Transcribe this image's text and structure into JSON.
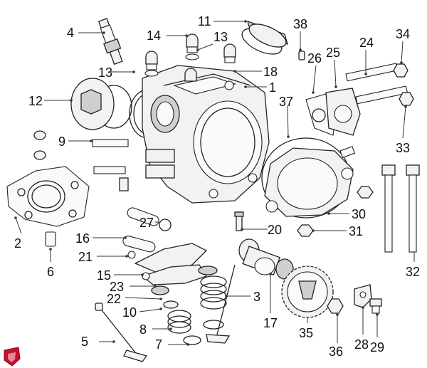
{
  "callouts": [
    "1",
    "2",
    "3",
    "4",
    "5",
    "6",
    "7",
    "8",
    "9",
    "10",
    "11",
    "12",
    "13",
    "13",
    "14",
    "15",
    "16",
    "17",
    "18",
    "20",
    "21",
    "22",
    "23",
    "24",
    "25",
    "26",
    "27",
    "28",
    "29",
    "30",
    "31",
    "32",
    "33",
    "34",
    "35",
    "36",
    "37",
    "38"
  ],
  "colors": {
    "line": "#222222",
    "fill": "#f2f2f2",
    "logo": "#c8102e"
  },
  "logo": {
    "icon": "brand-shield-icon"
  }
}
